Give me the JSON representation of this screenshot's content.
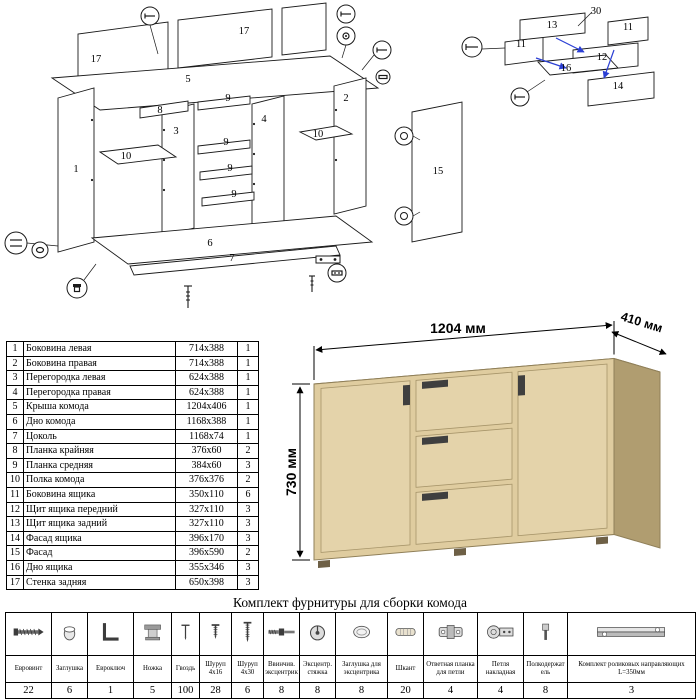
{
  "diagram": {
    "labels": [
      "17",
      "17",
      "5",
      "1",
      "8",
      "3",
      "10",
      "9",
      "9",
      "9",
      "9",
      "4",
      "2",
      "10",
      "6",
      "7",
      "15",
      "13",
      "11",
      "11",
      "12",
      "16",
      "14",
      "30"
    ]
  },
  "parts_table": {
    "rows": [
      {
        "num": "1",
        "name": "Боковина левая",
        "size": "714x388",
        "qty": "1"
      },
      {
        "num": "2",
        "name": "Боковина правая",
        "size": "714x388",
        "qty": "1"
      },
      {
        "num": "3",
        "name": "Перегородка левая",
        "size": "624x388",
        "qty": "1"
      },
      {
        "num": "4",
        "name": "Перегородка правая",
        "size": "624x388",
        "qty": "1"
      },
      {
        "num": "5",
        "name": "Крыша комода",
        "size": "1204x406",
        "qty": "1"
      },
      {
        "num": "6",
        "name": "Дно комода",
        "size": "1168x388",
        "qty": "1"
      },
      {
        "num": "7",
        "name": "Цоколь",
        "size": "1168x74",
        "qty": "1"
      },
      {
        "num": "8",
        "name": "Планка крайняя",
        "size": "376x60",
        "qty": "2"
      },
      {
        "num": "9",
        "name": "Планка средняя",
        "size": "384x60",
        "qty": "3"
      },
      {
        "num": "10",
        "name": "Полка комода",
        "size": "376x376",
        "qty": "2"
      },
      {
        "num": "11",
        "name": "Боковина ящика",
        "size": "350x110",
        "qty": "6"
      },
      {
        "num": "12",
        "name": "Щит ящика передний",
        "size": "327x110",
        "qty": "3"
      },
      {
        "num": "13",
        "name": "Щит ящика задний",
        "size": "327x110",
        "qty": "3"
      },
      {
        "num": "14",
        "name": "Фасад ящика",
        "size": "396x170",
        "qty": "3"
      },
      {
        "num": "15",
        "name": "Фасад",
        "size": "396x590",
        "qty": "2"
      },
      {
        "num": "16",
        "name": "Дно ящика",
        "size": "355x346",
        "qty": "3"
      },
      {
        "num": "17",
        "name": "Стенка задняя",
        "size": "650x398",
        "qty": "3"
      }
    ]
  },
  "product": {
    "width_label": "1204 мм",
    "depth_label": "410 мм",
    "height_label": "730 мм"
  },
  "hardware": {
    "title": "Комплект фурнитуры для сборки комода",
    "items": [
      {
        "name": "Евровинт",
        "qty": "22",
        "icon": "confirmat-screw-icon"
      },
      {
        "name": "Заглушка",
        "qty": "6",
        "icon": "cap-icon"
      },
      {
        "name": "Евроключ",
        "qty": "1",
        "icon": "hex-key-icon"
      },
      {
        "name": "Ножка",
        "qty": "5",
        "icon": "leg-icon"
      },
      {
        "name": "Гвоздь",
        "qty": "100",
        "icon": "nail-icon"
      },
      {
        "name": "Шуруп 4x16",
        "qty": "28",
        "icon": "screw-icon"
      },
      {
        "name": "Шуруп 4x30",
        "qty": "6",
        "icon": "screw-long-icon"
      },
      {
        "name": "Ввинчив. эксцентрик",
        "qty": "8",
        "icon": "dowel-bolt-icon"
      },
      {
        "name": "Эксцентр. стяжка",
        "qty": "8",
        "icon": "cam-lock-icon"
      },
      {
        "name": "Заглушка для эксцентрика",
        "qty": "8",
        "icon": "cam-cap-icon"
      },
      {
        "name": "Шкант",
        "qty": "20",
        "icon": "dowel-icon"
      },
      {
        "name": "Ответная планка для петли",
        "qty": "4",
        "icon": "hinge-plate-icon"
      },
      {
        "name": "Петля накладная",
        "qty": "4",
        "icon": "hinge-icon"
      },
      {
        "name": "Полкодержатель",
        "qty": "8",
        "icon": "shelf-pin-icon"
      },
      {
        "name": "Комплект роликовых направляющих L=350мм",
        "qty": "3",
        "icon": "drawer-slide-icon"
      }
    ]
  }
}
